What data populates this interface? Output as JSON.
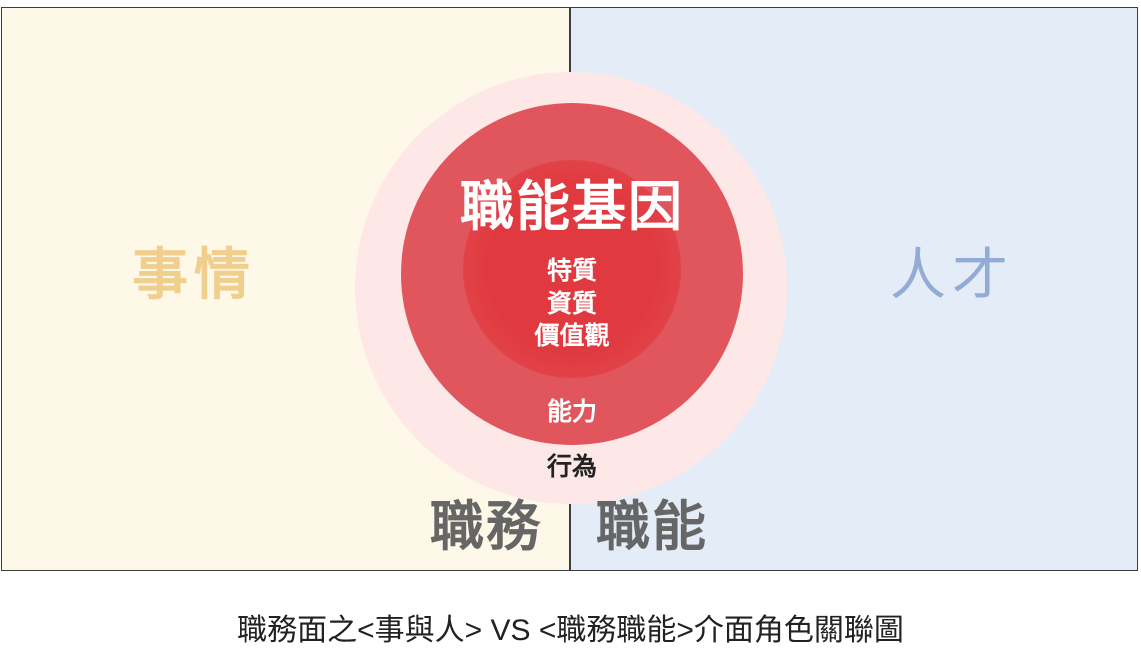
{
  "diagram": {
    "left_panel_label": "事情",
    "right_panel_label": "人才",
    "core": {
      "title": "職能基因",
      "items": [
        "特質",
        "資質",
        "價值觀"
      ]
    },
    "middle_ring_label": "能力",
    "outer_ring_label": "行為",
    "bottom_left_label": "職務",
    "bottom_right_label": "職能"
  },
  "caption": "職務面之<事與人> VS <職務職能>介面角色關聯圖",
  "colors": {
    "left_panel": "#fef8e8",
    "right_panel": "#e4ecf7",
    "outer_ring": "#fde7e7",
    "middle_ring": "#e0565c",
    "inner_circle": "#e03a40",
    "left_label": "#f0cf8e",
    "right_label": "#93acd6"
  }
}
